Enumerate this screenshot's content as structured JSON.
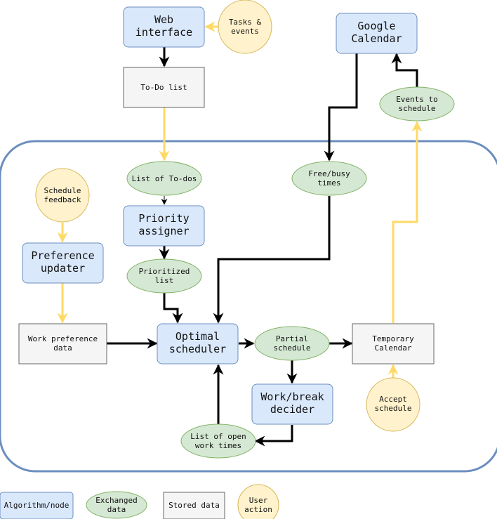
{
  "nodes": {
    "web_interface": [
      "Web",
      "interface"
    ],
    "tasks_events": [
      "Tasks &",
      "events"
    ],
    "google_calendar": [
      "Google",
      "Calendar"
    ],
    "todo_list": [
      "To-Do list"
    ],
    "events_to_schedule": [
      "Events to",
      "schedule"
    ],
    "list_of_todos": [
      "List of To-dos"
    ],
    "free_busy": [
      "Free/busy",
      "times"
    ],
    "schedule_feedback": [
      "Schedule",
      "feedback"
    ],
    "priority_assigner": [
      "Priority",
      "assigner"
    ],
    "preference_updater": [
      "Preference",
      "updater"
    ],
    "prioritized_list": [
      "Prioritized",
      "list"
    ],
    "work_preference": [
      "Work preference",
      "data"
    ],
    "optimal_scheduler": [
      "Optimal",
      "scheduler"
    ],
    "partial_schedule": [
      "Partial",
      "schedule"
    ],
    "temporary_calendar": [
      "Temporary",
      "Calendar"
    ],
    "work_break": [
      "Work/break",
      "decider"
    ],
    "accept_schedule": [
      "Accept",
      "schedule"
    ],
    "open_work_times": [
      "List of open",
      "work times"
    ]
  },
  "legend": {
    "algorithm": [
      "Algorithm/node"
    ],
    "exchanged": [
      "Exchanged",
      "data"
    ],
    "stored": [
      "Stored data"
    ],
    "user": [
      "User",
      "action"
    ]
  },
  "colors": {
    "algorithm_fill": "#dae8fc",
    "data_fill": "#d5e8d4",
    "stored_fill": "#f5f5f5",
    "user_fill": "#fff2cc",
    "system_border": "#6c8ebf",
    "user_arrow": "#ffd966"
  }
}
